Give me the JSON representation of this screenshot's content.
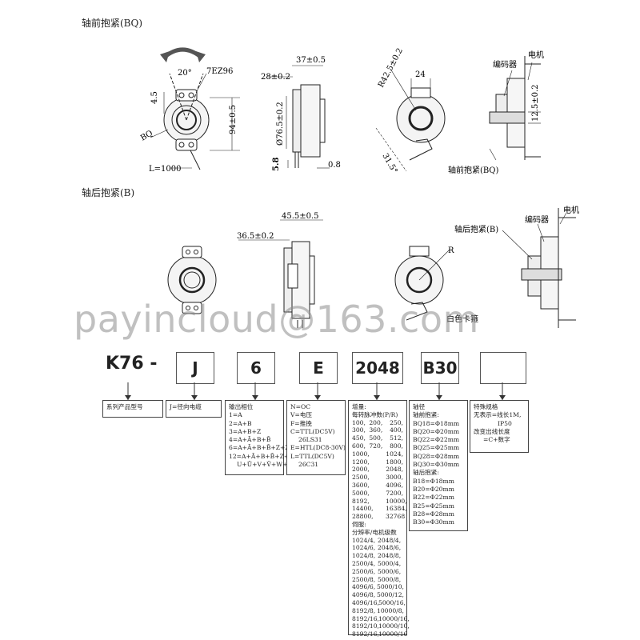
{
  "sections": {
    "front": "轴前抱紧(BQ)",
    "rear": "轴后抱紧(B)"
  },
  "front_dims": {
    "angle": "20°",
    "screw": "7EZ96",
    "d45": "4.5",
    "d94": "94±0.5",
    "bq": "BQ",
    "cable": "L=1000",
    "d37": "37±0.5",
    "d28": "28±0.2",
    "d76": "Ø76.5±0.2",
    "d58": "5.8",
    "d08": "0.8",
    "r42": "R42.5±0.2",
    "d24": "24",
    "a315": "31.5°",
    "encoder": "编码器",
    "motor": "电机",
    "d125": "12.5±0.2",
    "front_label": "轴前抱紧(BQ)"
  },
  "rear_dims": {
    "d455": "45.5±0.5",
    "d365": "36.5±0.2",
    "r": "R",
    "clip": "白色卡箍",
    "rear_label": "轴后抱紧(B)",
    "encoder": "编码器",
    "motor": "电机"
  },
  "watermark": "payincloud@163.com",
  "model": {
    "prefix": "K76 -",
    "codes": [
      "J",
      "6",
      "E",
      "2048",
      "B30",
      ""
    ]
  },
  "desc": {
    "series": "系列产品型号",
    "cable": "J=径向电缆",
    "output": [
      "输出相位",
      "1=A",
      "2=A+B",
      "3=A+B+Z",
      "4=A+Ā+B+B̄",
      "6=A+Ā+B+B̄+Z+Z̄",
      "12=A+Ā+B+B̄+Z+Z̄",
      "U+Ū+V+V̄+W+W̄"
    ],
    "signal": [
      "N=OC",
      "V=电压",
      "F=推挽",
      "C=TTL(DC5V)",
      "26LS31",
      "E=HTL(DC8-30V)",
      "L=TTL(DC5V)",
      "26C31"
    ],
    "pulses_title": [
      "增量:",
      "每转脉冲数(P/R)"
    ],
    "pulses": [
      [
        "100,",
        "200,",
        "250,"
      ],
      [
        "300,",
        "360,",
        "400,"
      ],
      [
        "450,",
        "500,",
        "512,"
      ],
      [
        "600,",
        "720,",
        "800,"
      ],
      [
        "1000,",
        "",
        "1024,"
      ],
      [
        "1200,",
        "",
        "1800,"
      ],
      [
        "2000,",
        "",
        "2048,"
      ],
      [
        "2500,",
        "",
        "3000,"
      ],
      [
        "3600,",
        "",
        "4096,"
      ],
      [
        "5000,",
        "",
        "7200,"
      ],
      [
        "8192,",
        "",
        "10000,"
      ],
      [
        "14400,",
        "",
        "16384,"
      ],
      [
        "28800,",
        "",
        "32768"
      ]
    ],
    "servo_title": [
      "伺服:",
      "分辨率/电机级数"
    ],
    "servo": [
      [
        "1024/4,",
        "2048/4,"
      ],
      [
        "1024/6,",
        "2048/6,"
      ],
      [
        "1024/8,",
        "2048/8,"
      ],
      [
        "2500/4,",
        "5000/4,"
      ],
      [
        "2500/6,",
        "5000/6,"
      ],
      [
        "2500/8,",
        "5000/8,"
      ],
      [
        "4096/6,",
        "5000/10,"
      ],
      [
        "4096/8,",
        "5000/12,"
      ],
      [
        "4096/16,",
        "5000/16,"
      ],
      [
        "8192/8,",
        "10000/8,"
      ],
      [
        "8192/16,",
        "10000/16,"
      ],
      [
        "8192/10,",
        "10000/10,"
      ],
      [
        "8192/16,",
        "10000/16"
      ]
    ],
    "shaft": [
      "轴径",
      "轴前抱紧:",
      "BQ18=Φ18mm",
      "BQ20=Φ20mm",
      "BQ22=Φ22mm",
      "BQ25=Φ25mm",
      "BQ28=Φ28mm",
      "BQ30=Φ30mm",
      "轴后抱紧:",
      "B18=Φ18mm",
      "B20=Φ20mm",
      "B22=Φ22mm",
      "B25=Φ25mm",
      "B28=Φ28mm",
      "B30=Φ30mm"
    ],
    "special": [
      "特殊规格",
      "无表示=线长1M,",
      "IP50",
      "改变出线长度",
      "=C+数字"
    ]
  }
}
